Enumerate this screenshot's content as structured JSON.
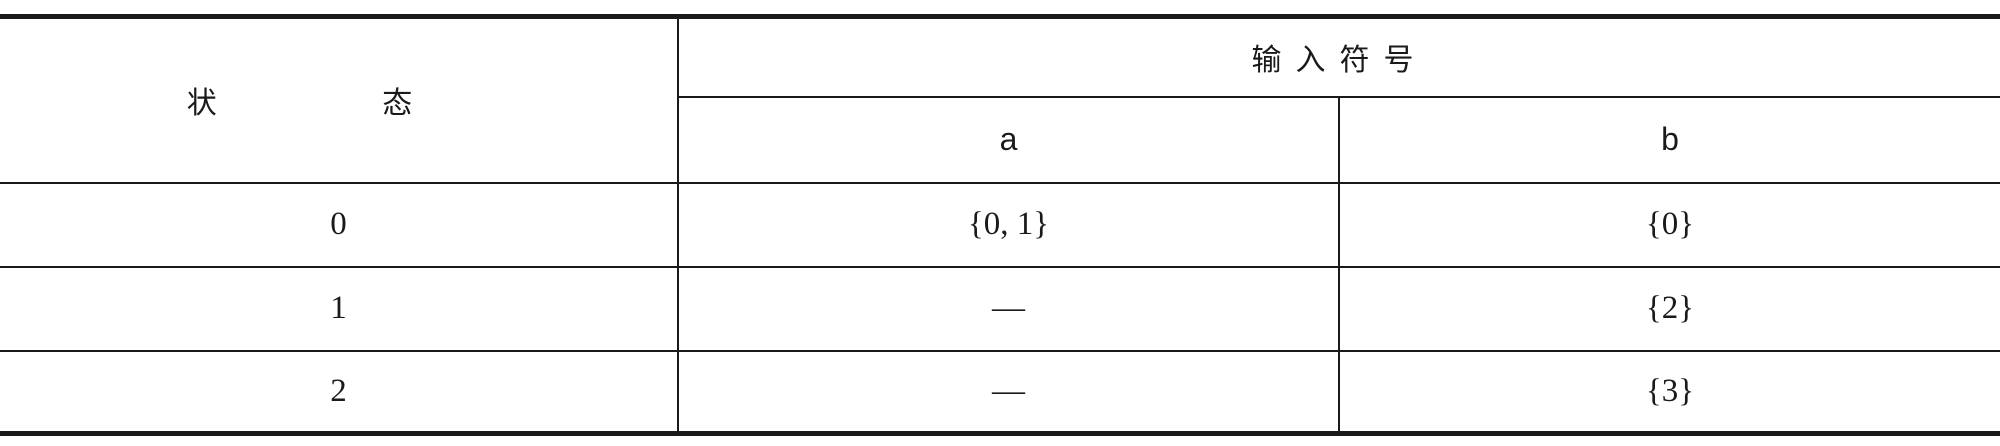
{
  "table": {
    "header": {
      "state_label": "状 态",
      "input_label": "输入符号",
      "columns": [
        "a",
        "b"
      ]
    },
    "rows": [
      {
        "state": "0",
        "a": "{0, 1}",
        "b": "{0}"
      },
      {
        "state": "1",
        "a": "—",
        "b": "{2}"
      },
      {
        "state": "2",
        "a": "—",
        "b": "{3}"
      }
    ]
  }
}
